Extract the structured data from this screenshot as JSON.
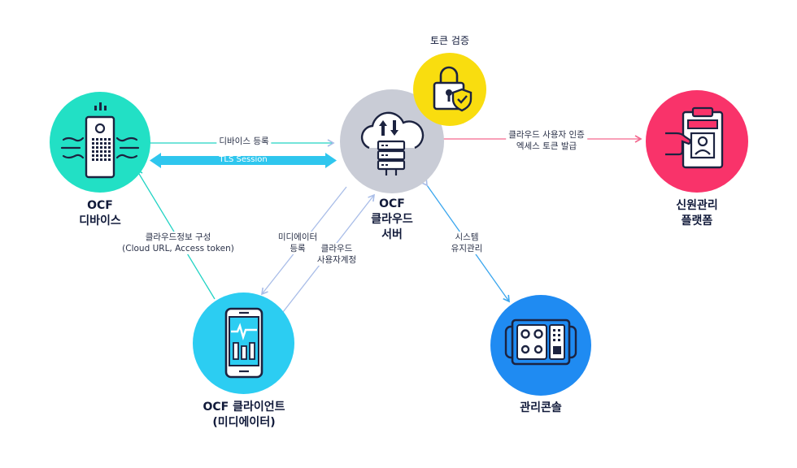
{
  "nodes": {
    "device": {
      "line1": "OCF",
      "line2": "디바이스",
      "color": "#22e0c5"
    },
    "server": {
      "line1": "OCF",
      "line2": "클라우드",
      "line3": "서버",
      "color": "#c9ccd6"
    },
    "token": {
      "label": "토큰 검증",
      "color": "#f9dd0f"
    },
    "platform": {
      "line1": "신원관리",
      "line2": "플랫폼",
      "color": "#f9336a"
    },
    "client": {
      "line1": "OCF 클라이언트",
      "line2": "(미디에이터)",
      "color": "#2ccdf2"
    },
    "console": {
      "label": "관리콘솔",
      "color": "#1f8bf2"
    }
  },
  "edges": {
    "device_register": "디바이스 등록",
    "tls": "TLS Session",
    "cloud_config_1": "클라우드정보 구성",
    "cloud_config_2": "(Cloud URL, Access token)",
    "mediator_register_1": "미디에이터",
    "mediator_register_2": "등록",
    "cloud_account_1": "클라우드",
    "cloud_account_2": "사용자계정",
    "auth_1": "클라우드 사용자 인증",
    "auth_2": "엑세스 토큰 발급",
    "system_1": "시스템",
    "system_2": "유지관리"
  },
  "colors": {
    "dark_icon": "#1c2340",
    "arrow_teal": "#22d3c4",
    "arrow_blue": "#2ec6f0",
    "arrow_light": "#a9bde8",
    "arrow_pink": "#f3678e",
    "arrow_sky": "#3aa6ee"
  },
  "icons": {
    "device": "speaker-device-icon",
    "server": "cloud-server-icon",
    "token": "lock-shield-icon",
    "platform": "id-clipboard-icon",
    "client": "smartphone-icon",
    "console": "console-panel-icon"
  }
}
